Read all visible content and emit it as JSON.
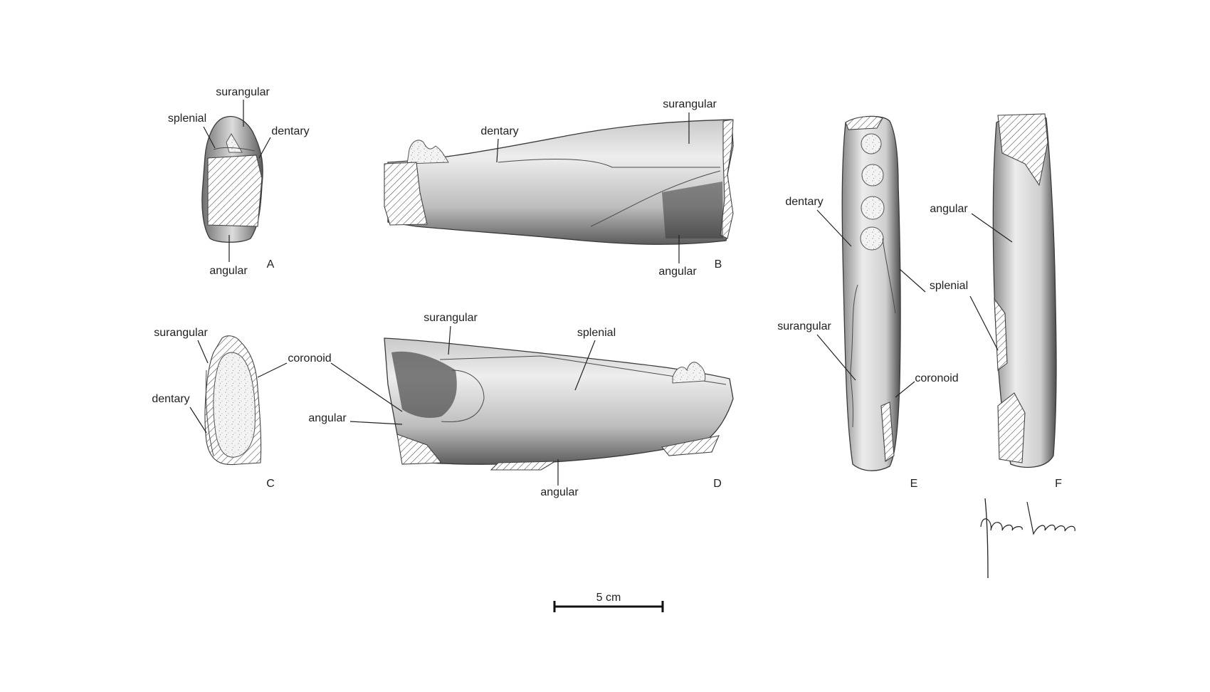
{
  "labels": {
    "surangular": "surangular",
    "splenial": "splenial",
    "dentary": "dentary",
    "angular": "angular",
    "coronoid": "coronoid"
  },
  "panels": [
    "A",
    "B",
    "C",
    "D",
    "E",
    "F"
  ],
  "scale_bar": {
    "label": "5 cm"
  },
  "signature": {
    "text": "Joana Lorena"
  }
}
